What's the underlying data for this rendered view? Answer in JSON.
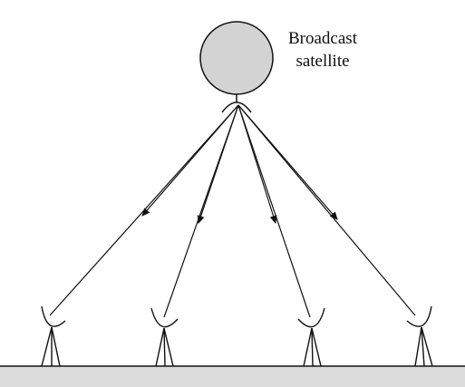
{
  "diagram": {
    "satellite_label_line1": "Broadcast",
    "satellite_label_line2": "satellite",
    "colors": {
      "satellite_fill": "#d3d3d3",
      "ground_fill": "#dcdcdc",
      "stroke": "#111111"
    },
    "receiver_count": 4
  }
}
